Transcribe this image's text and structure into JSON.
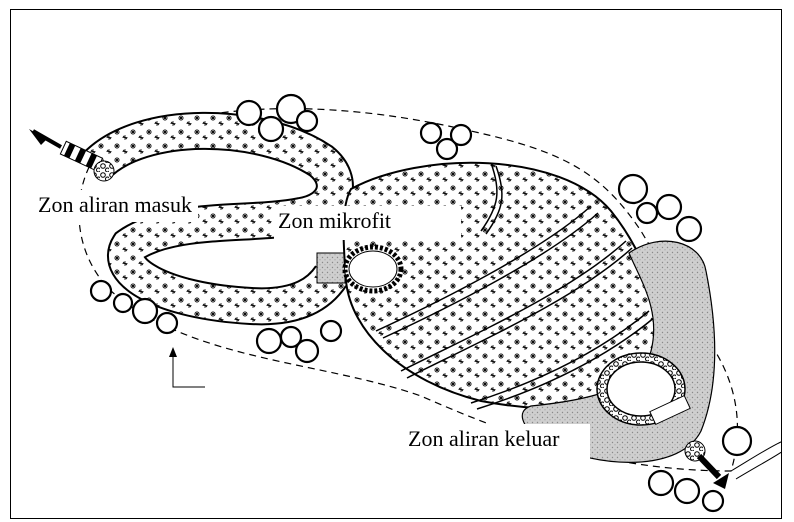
{
  "labels": {
    "inflow_zone": "Zon aliran masuk",
    "macrophyte_zone": "Zon mikrofit",
    "outflow_zone": "Zon aliran keluar"
  },
  "colors": {
    "line": "#000000",
    "stipple": "#c9c9c9",
    "background": "#ffffff"
  }
}
